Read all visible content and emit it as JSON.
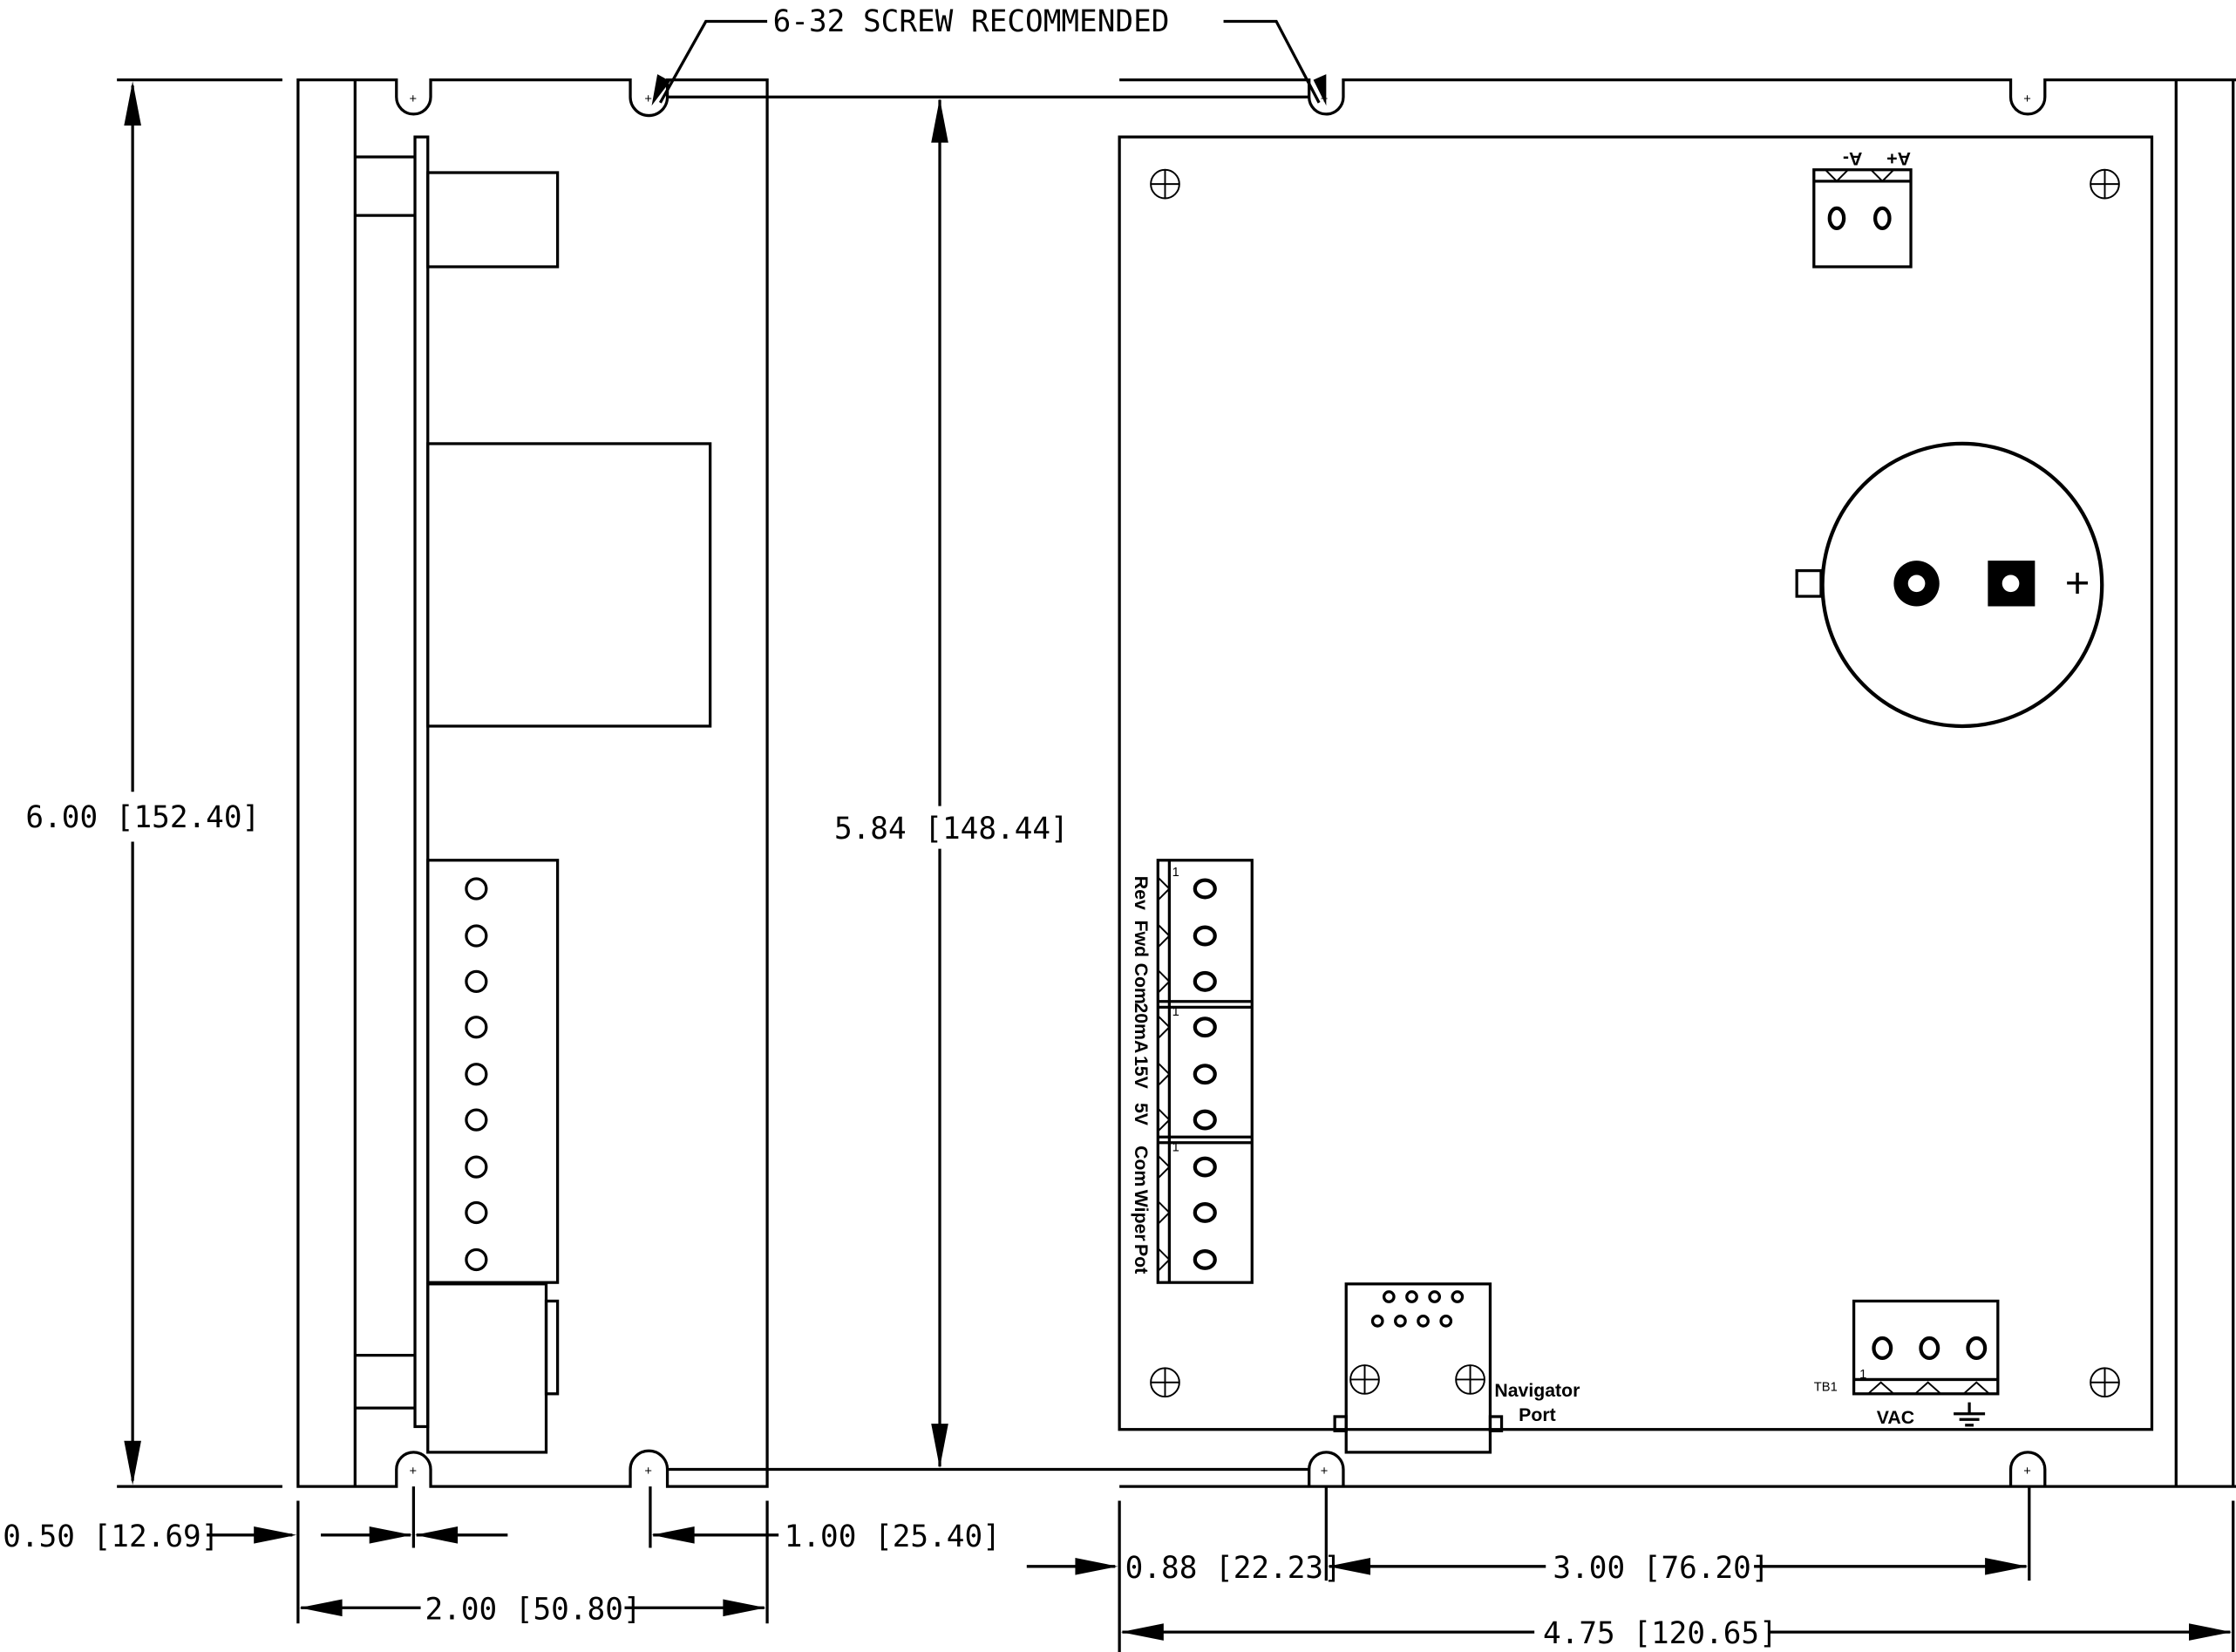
{
  "drawing": {
    "title_note": "6-32 SCREW RECOMMENDED",
    "views": [
      "side-view",
      "front-view"
    ],
    "colors": {
      "line": "#000000",
      "background": "#ffffff"
    }
  },
  "dimensions": {
    "overall_height": "6.00 [152.40]",
    "inner_height": "5.84 [148.44]",
    "side_offset": "0.50 [12.69]",
    "side_hole_spacing": "1.00 [25.40]",
    "side_width": "2.00 [50.80]",
    "front_offset": "0.88 [22.23]",
    "front_hole_spacing": "3.00 [76.20]",
    "front_width": "4.75 [120.65]"
  },
  "front_view": {
    "terminal_top": {
      "labels": [
        "A-",
        "A+"
      ]
    },
    "terminal_side": {
      "pin1_marks": [
        "1",
        "1",
        "1"
      ],
      "labels": [
        "Rev",
        "Fwd",
        "Com",
        "20mA",
        "15V",
        "5V",
        "Com",
        "Wiper",
        "Pot"
      ]
    },
    "navigator_port": {
      "label_line1": "Navigator",
      "label_line2": "Port"
    },
    "tb1": {
      "name": "TB1",
      "pin1": "1",
      "label_vac": "VAC",
      "ground_symbol": "ground-icon"
    },
    "capacitor": {
      "polarity": "+"
    }
  }
}
